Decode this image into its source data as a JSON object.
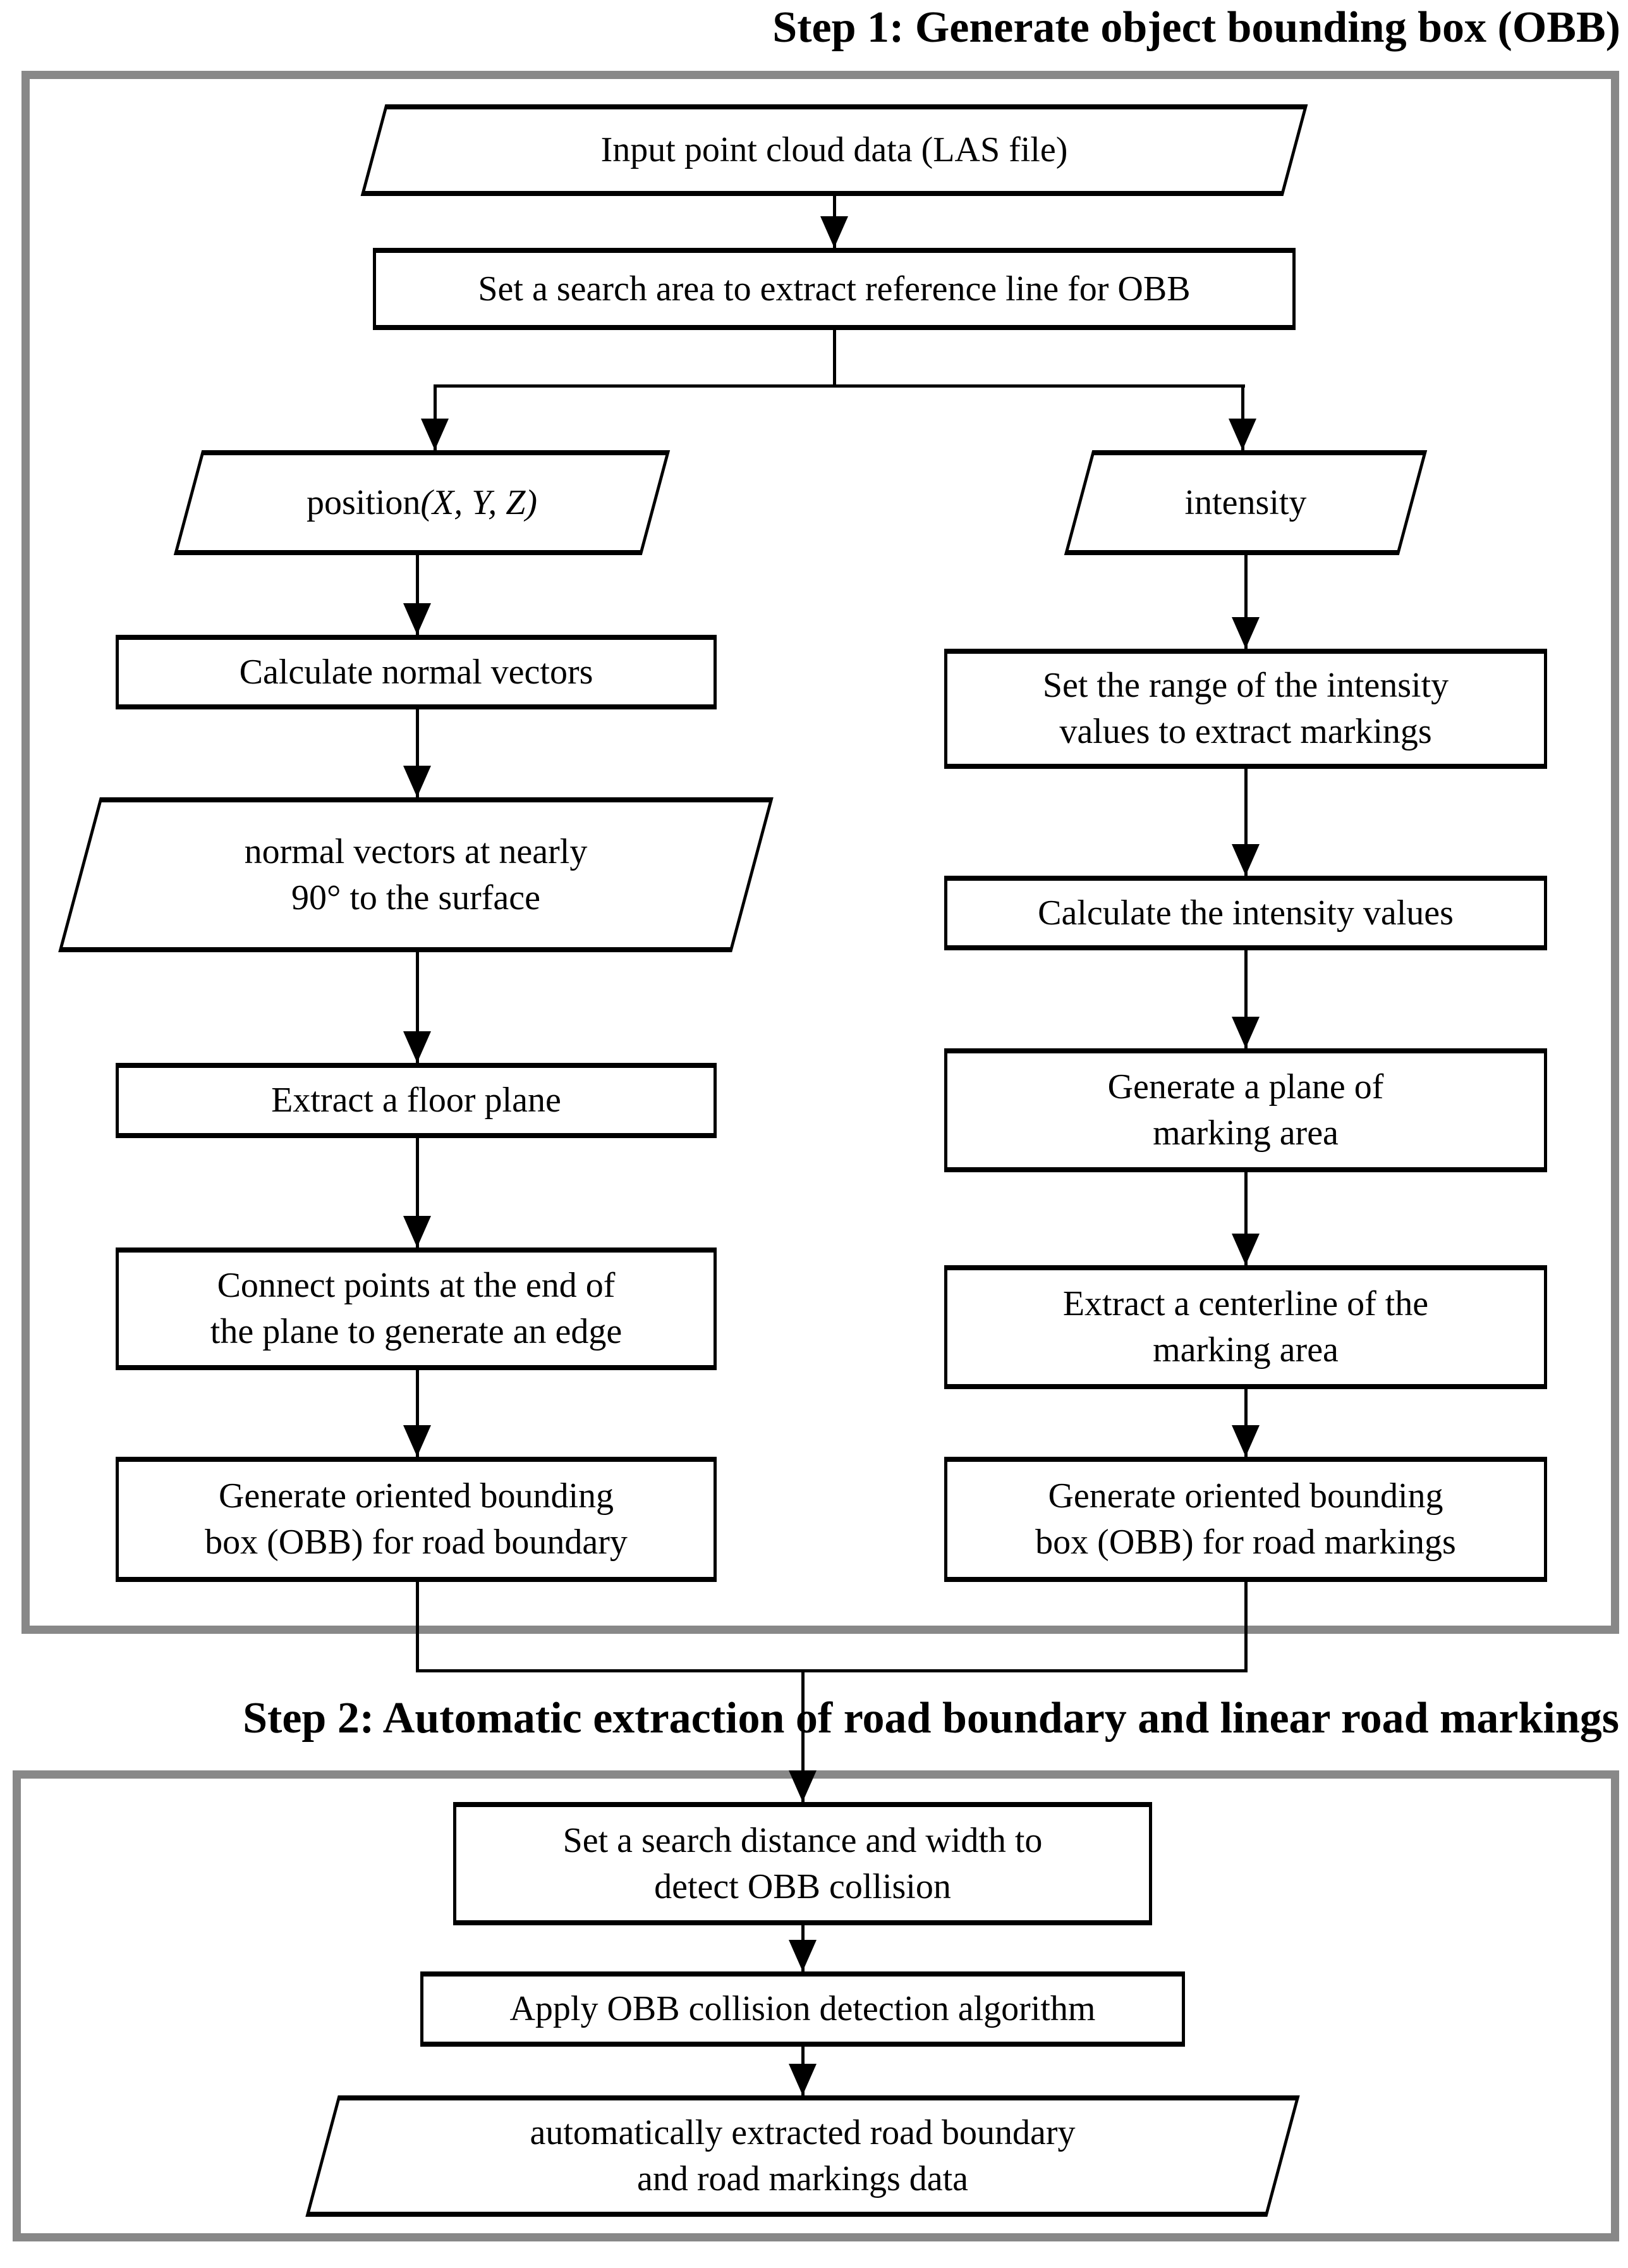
{
  "step1": {
    "title": "Step 1: Generate object bounding box (OBB)",
    "nodes": {
      "input": {
        "label": "Input point cloud data (LAS file)",
        "type": "parallelogram"
      },
      "search_area": {
        "label": "Set a search area to extract reference line for OBB",
        "type": "rect"
      },
      "position": {
        "label": "position *(X, Y, Z)*",
        "type": "parallelogram"
      },
      "intensity": {
        "label": "intensity",
        "type": "parallelogram"
      },
      "calc_normals": {
        "label": "Calculate normal vectors",
        "type": "rect"
      },
      "set_range": {
        "label": "Set the range of the intensity\nvalues to extract markings",
        "type": "rect"
      },
      "normals_90": {
        "label": "normal vectors at nearly\n90° to the surface",
        "type": "parallelogram"
      },
      "calc_intensity": {
        "label": "Calculate the intensity values",
        "type": "rect"
      },
      "floor_plane": {
        "label": "Extract a floor plane",
        "type": "rect"
      },
      "gen_plane": {
        "label": "Generate a plane of\nmarking area",
        "type": "rect"
      },
      "connect_points": {
        "label": "Connect points at the end of\nthe plane to generate an edge",
        "type": "rect"
      },
      "centerline": {
        "label": "Extract a centerline of the\nmarking area",
        "type": "rect"
      },
      "obb_boundary": {
        "label": "Generate oriented bounding\nbox (OBB) for road boundary",
        "type": "rect"
      },
      "obb_markings": {
        "label": "Generate oriented bounding\nbox (OBB) for road markings",
        "type": "rect"
      }
    }
  },
  "step2": {
    "title": "Step 2: Automatic extraction of road boundary and linear road markings",
    "nodes": {
      "search_distance": {
        "label": "Set a search distance and width to\ndetect OBB collision",
        "type": "rect"
      },
      "apply_collision": {
        "label": "Apply OBB collision detection algorithm",
        "type": "rect"
      },
      "output": {
        "label": "automatically extracted road boundary\nand road markings data",
        "type": "parallelogram"
      }
    }
  },
  "icons": {
    "arrowhead": "solid black triangle pointing down (css border shape)"
  },
  "colors": {
    "background": "#ffffff",
    "text": "#000000",
    "frame": "#888888",
    "shape-border": "#000000",
    "connector": "#000000"
  }
}
